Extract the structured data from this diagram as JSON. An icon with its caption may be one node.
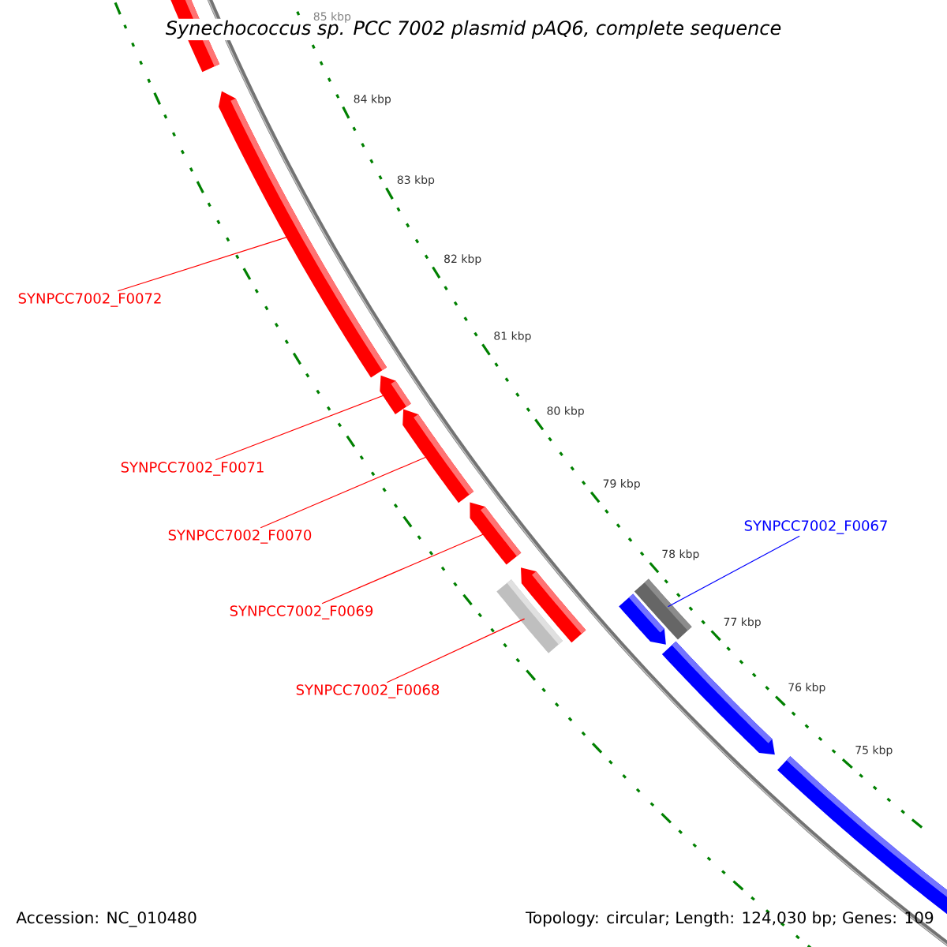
{
  "diagram": {
    "title": "Synechococcus sp. PCC 7002 plasmid pAQ6, complete sequence",
    "nodes": [
      {
        "text": [
          "SYNPCC7002_F0072"
        ]
      },
      {
        "text": [
          "SYNPCC7002_F0071"
        ]
      },
      {
        "text": [
          "SYNPCC7002_F0070"
        ]
      },
      {
        "text": [
          "SYNPCC7002_F0069"
        ]
      },
      {
        "text": [
          "SYNPCC7002_F0068"
        ]
      },
      {
        "text": [
          "SYNPCC7002_F0067"
        ]
      },
      {
        "text": [],
        "shape": "arrow"
      },
      {
        "text": [],
        "shape": "arrow"
      },
      {
        "text": [],
        "shape": "arrow"
      },
      {
        "text": [],
        "shape": "arrow"
      },
      {
        "text": [],
        "shape": "arrow"
      },
      {
        "text": [],
        "shape": "arrow"
      },
      {
        "text": [],
        "shape": "box"
      },
      {
        "text": [],
        "shape": "box"
      },
      {
        "text": [],
        "shape": "arrow"
      },
      {
        "text": [],
        "shape": "arrow"
      },
      {
        "text": [],
        "shape": "arrow"
      }
    ],
    "edges": [
      {
        "from": 0,
        "to": 7,
        "arrow": "none"
      },
      {
        "from": 1,
        "to": 8,
        "arrow": "none"
      },
      {
        "from": 2,
        "to": 9,
        "arrow": "none"
      },
      {
        "from": 3,
        "to": 10,
        "arrow": "none"
      },
      {
        "from": 4,
        "to": 12,
        "arrow": "none"
      },
      {
        "from": 5,
        "to": 13,
        "arrow": "none",
        "color": "#0000ff"
      }
    ],
    "labels": [
      "85 kbp",
      "84 kbp",
      "83 kbp",
      "82 kbp",
      "81 kbp",
      "80 kbp",
      "79 kbp",
      "78 kbp",
      "77 kbp",
      "76 kbp",
      "75 kbp",
      "Accession: NC_010480",
      "Topology: circular; Length: 124,030 bp; Genes: 109"
    ]
  }
}
